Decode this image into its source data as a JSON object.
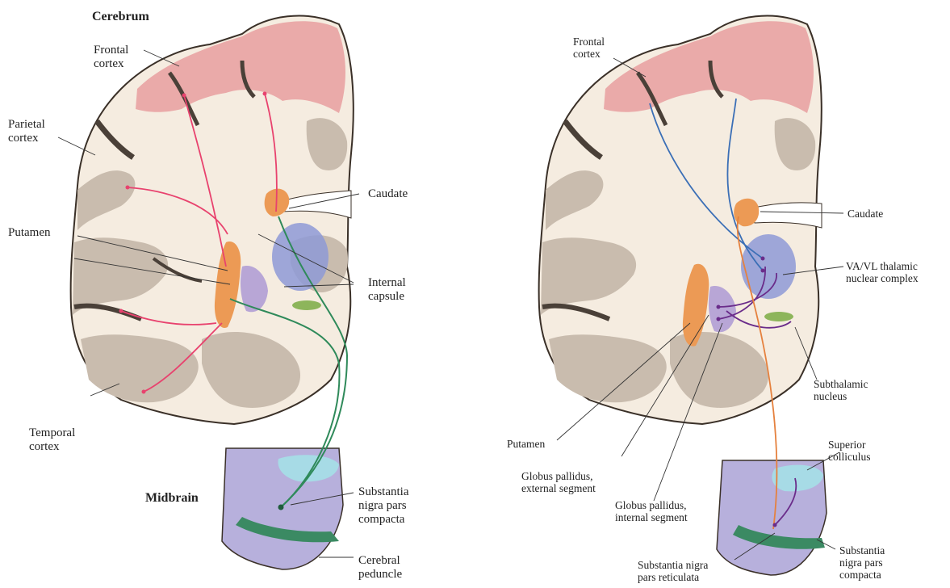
{
  "left_panel": {
    "cerebrum": "Cerebrum",
    "frontal": [
      "Frontal",
      "cortex"
    ],
    "parietal": [
      "Parietal",
      "cortex"
    ],
    "putamen": "Putamen",
    "temporal": [
      "Temporal",
      "cortex"
    ],
    "caudate": "Caudate",
    "internal_capsule": [
      "Internal",
      "capsule"
    ],
    "midbrain": "Midbrain",
    "snpc": [
      "Substantia",
      "nigra pars",
      "compacta"
    ],
    "peduncle": [
      "Cerebral",
      "peduncle"
    ]
  },
  "right_panel": {
    "frontal": [
      "Frontal",
      "cortex"
    ],
    "caudate": "Caudate",
    "vavl": [
      "VA/VL thalamic",
      "nuclear complex"
    ],
    "subthalamic": [
      "Subthalamic",
      "nucleus"
    ],
    "putamen": "Putamen",
    "gpe": [
      "Globus pallidus,",
      "external segment"
    ],
    "gpi": [
      "Globus pallidus,",
      "internal segment"
    ],
    "superior_colliculus": [
      "Superior",
      "colliculus"
    ],
    "snr": [
      "Substantia nigra",
      "pars reticulata"
    ],
    "snpc": [
      "Substantia",
      "nigra pars",
      "compacta"
    ]
  },
  "colors": {
    "cortex_pink": "#e9a3a3",
    "white_matter": "#f5ece0",
    "gray_matter": "#c9bcae",
    "dark_sulcus": "#4a4038",
    "putamen_orange": "#ec9a55",
    "thalamus_blue": "#8e9ad6",
    "gp_purple": "#b8a6d6",
    "stn_green": "#8db55b",
    "cortical_pathway": "#e8426e",
    "nigrostriatal": "#2f8a5a",
    "thalamocortical": "#3b6fb6",
    "pallidal": "#6a2c8a",
    "nigral_orange": "#e5813e",
    "midbrain_lilac": "#b7b0dc",
    "colliculus_cyan": "#a7dbe6"
  }
}
